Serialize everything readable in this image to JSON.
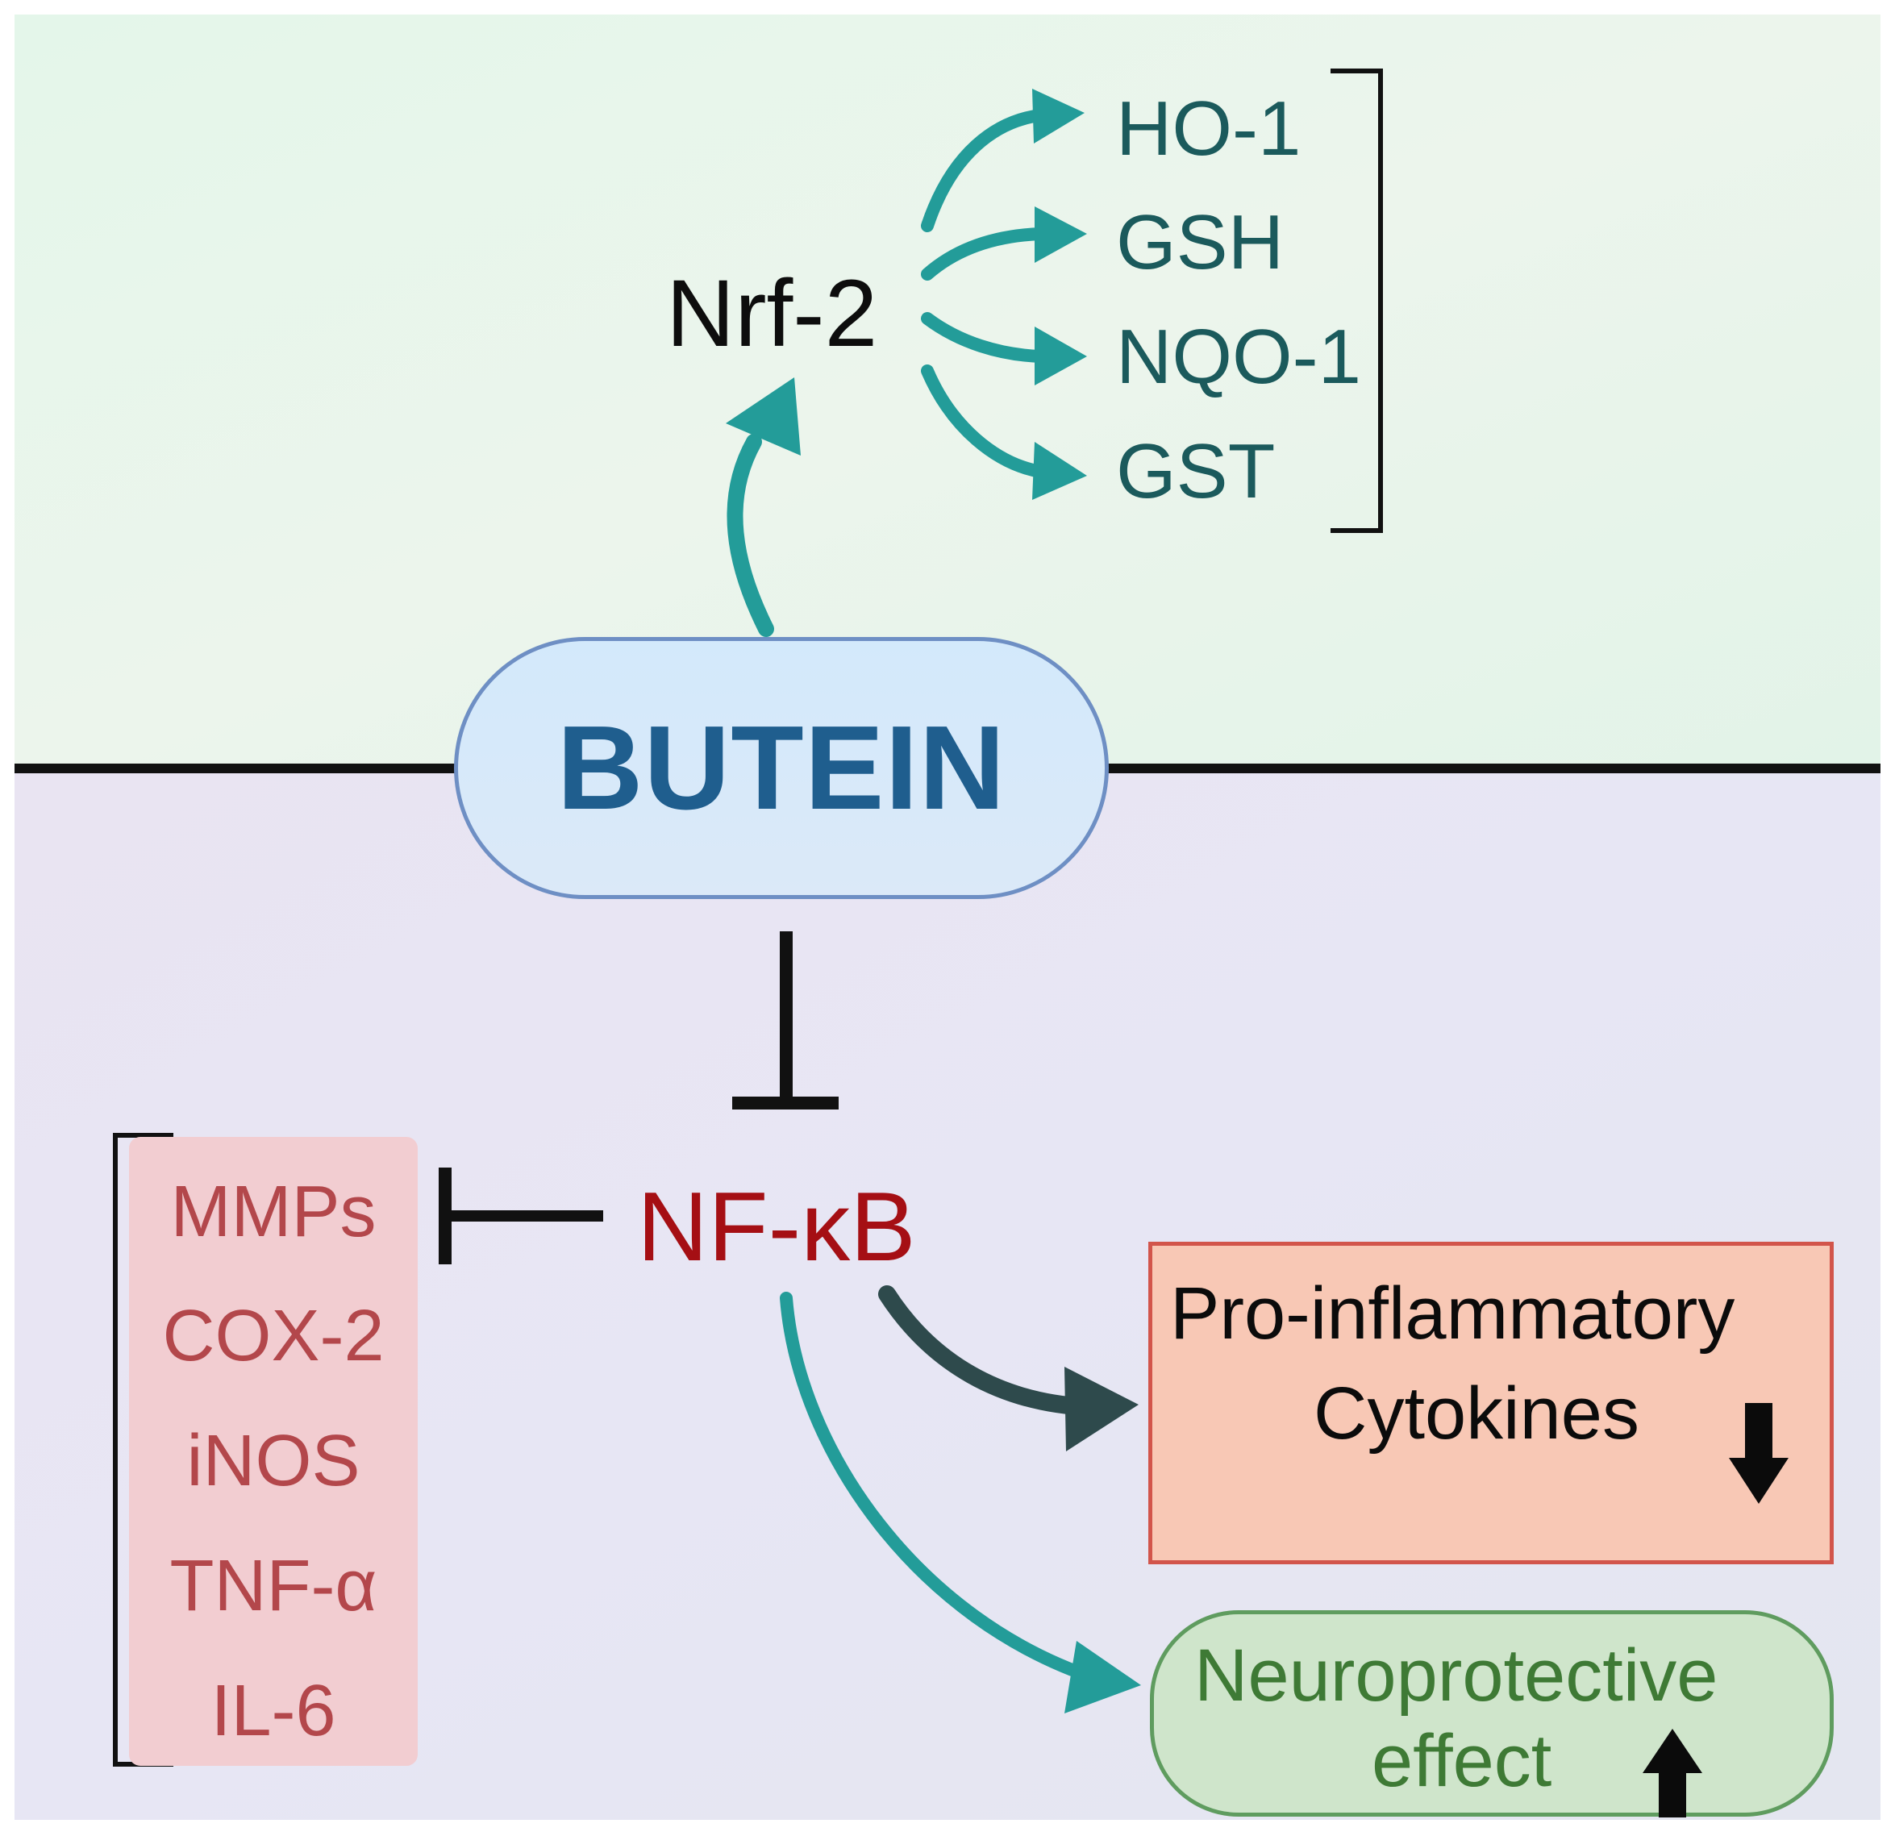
{
  "compound": "BUTEIN",
  "upper_pathway": {
    "regulator": "Nrf-2",
    "targets": [
      "HO-1",
      "GSH",
      "NQO-1",
      "GST"
    ]
  },
  "lower_pathway": {
    "regulator": "NF-κB",
    "mediators": [
      "MMPs",
      "COX-2",
      "iNOS",
      "TNF-α",
      "IL-6"
    ],
    "cytokines": {
      "line1": "Pro-inflammatory",
      "line2": "Cytokines",
      "trend_icon": "down-arrow-icon"
    },
    "neuroprotection": {
      "line1": "Neuroprotective",
      "line2": "effect",
      "trend_icon": "up-arrow-icon"
    }
  },
  "colors": {
    "upper_bg": "#e6f6ec",
    "lower_bg": "#e6e6f3",
    "teal_arrow": "#239c99",
    "dark_arrow": "#2e4a4c",
    "nfkb_red": "#a50f14",
    "butein_blue": "#1f5e8e"
  }
}
